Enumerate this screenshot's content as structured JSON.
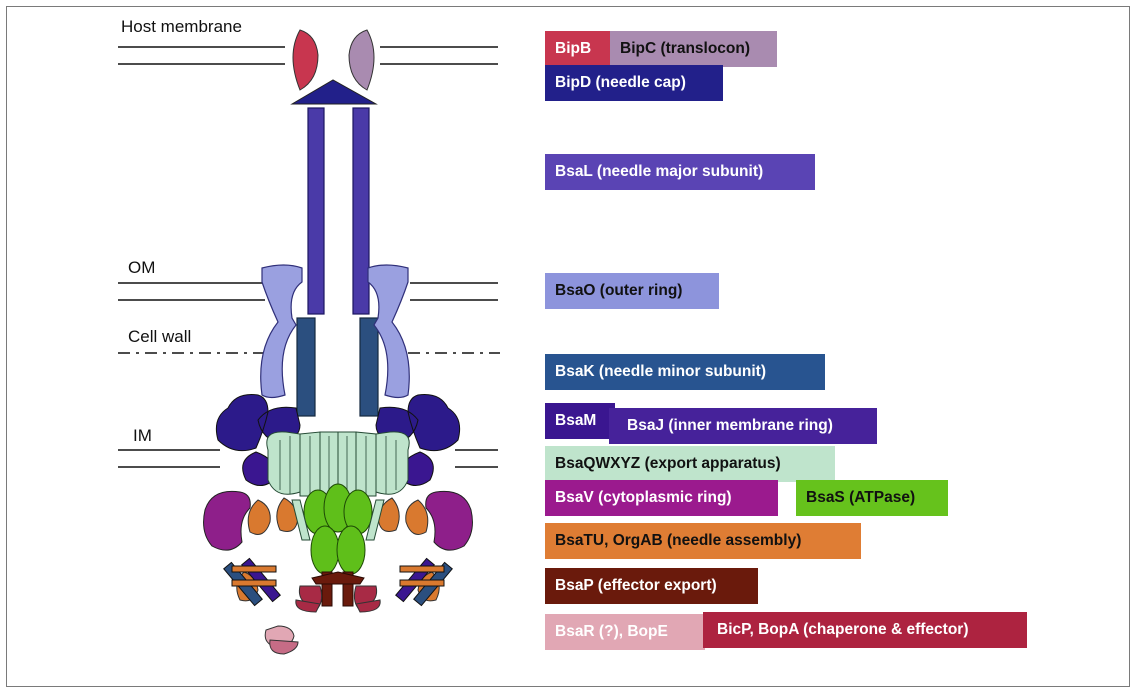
{
  "layer_labels": {
    "host_membrane": "Host membrane",
    "om": "OM",
    "cell_wall": "Cell wall",
    "im": "IM"
  },
  "legend": {
    "bipb": {
      "label": "BipB",
      "color": "#c8364f"
    },
    "bipc": {
      "label": "BipC (translocon)",
      "color": "#a98bb0"
    },
    "bipd": {
      "label": "BipD (needle cap)",
      "color": "#22208a"
    },
    "bsal": {
      "label": "BsaL (needle major subunit)",
      "color": "#5a44b4"
    },
    "bsao": {
      "label": "BsaO (outer ring)",
      "color": "#8d94dc"
    },
    "bsak": {
      "label": "BsaK (needle minor subunit)",
      "color": "#285490"
    },
    "bsam": {
      "label": "BsaM",
      "color": "#3a1690"
    },
    "bsaj": {
      "label": "BsaJ (inner membrane ring)",
      "color": "#46229a"
    },
    "bsaqwxyz": {
      "label": "BsaQWXYZ (export apparatus)",
      "color": "#bfe4cc"
    },
    "bsav": {
      "label": "BsaV (cytoplasmic ring)",
      "color": "#9b1a8e"
    },
    "bsas": {
      "label": "BsaS (ATPase)",
      "color": "#66c21c"
    },
    "bsatu": {
      "label": "BsaTU, OrgAB (needle assembly)",
      "color": "#df7d34"
    },
    "bsap": {
      "label": "BsaP (effector export)",
      "color": "#6a1a0c"
    },
    "bsar": {
      "label": "BsaR (?), BopE",
      "color": "#e1a7b4"
    },
    "bicp": {
      "label": "BicP, BopA (chaperone & effector)",
      "color": "#ad2340"
    }
  }
}
